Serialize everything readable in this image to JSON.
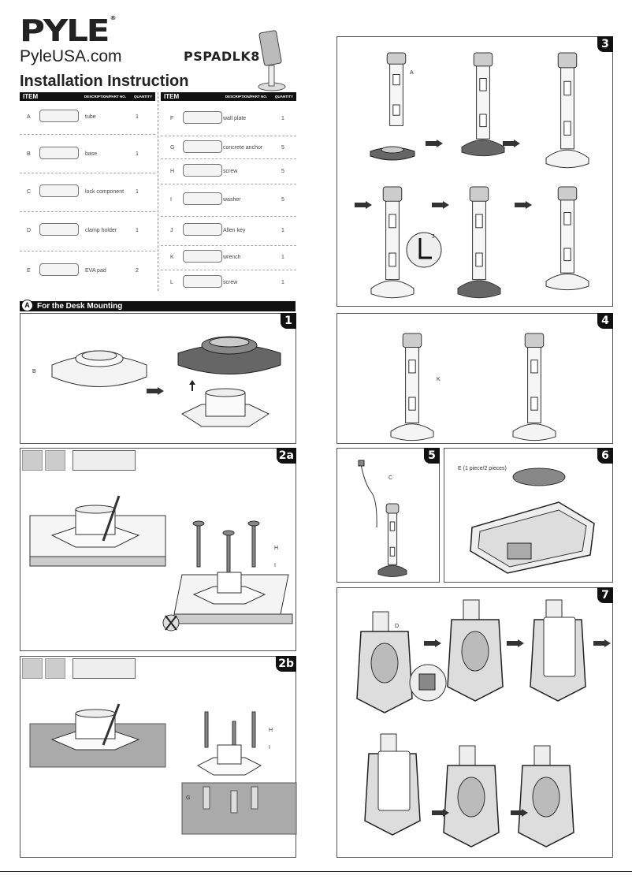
{
  "brand": {
    "logo": "PYLE",
    "registered": "®",
    "website": "PyleUSA.com"
  },
  "model": "PSPADLK8",
  "title": "Installation Instruction",
  "parts_table": {
    "headers": {
      "item": "ITEM",
      "description": "DESCRIPTION/PART NO.",
      "quantity": "QUANTITY"
    },
    "left": [
      {
        "item": "A",
        "description": "tube",
        "quantity": "1"
      },
      {
        "item": "B",
        "description": "base",
        "quantity": "1"
      },
      {
        "item": "C",
        "description": "lock component",
        "quantity": "1"
      },
      {
        "item": "D",
        "description": "clamp holder",
        "quantity": "1"
      },
      {
        "item": "E",
        "description": "EVA pad",
        "quantity": "2"
      }
    ],
    "right": [
      {
        "item": "F",
        "description": "wall plate",
        "quantity": "1"
      },
      {
        "item": "G",
        "description": "concrete anchor",
        "quantity": "5"
      },
      {
        "item": "H",
        "description": "screw",
        "quantity": "5"
      },
      {
        "item": "I",
        "description": "washer",
        "quantity": "5"
      },
      {
        "item": "J",
        "description": "Allen key",
        "quantity": "1"
      },
      {
        "item": "K",
        "description": "wrench",
        "quantity": "1"
      },
      {
        "item": "L",
        "description": "screw",
        "quantity": "1"
      }
    ]
  },
  "section": {
    "badge": "A",
    "title": "For the Desk Mounting"
  },
  "steps": {
    "s1": {
      "number": "1",
      "labels": {
        "b": "B"
      }
    },
    "s2a": {
      "number": "2a",
      "labels": {
        "h": "H",
        "i": "I"
      }
    },
    "s2b": {
      "number": "2b",
      "labels": {
        "h": "H",
        "i": "I",
        "g": "G"
      }
    },
    "s3": {
      "number": "3",
      "labels": {
        "a": "A",
        "j": "J"
      }
    },
    "s4": {
      "number": "4",
      "labels": {
        "k": "K"
      }
    },
    "s5": {
      "number": "5",
      "labels": {
        "c": "C"
      }
    },
    "s6": {
      "number": "6",
      "labels": {
        "e": "E (1 piece/2 pieces)"
      }
    },
    "s7": {
      "number": "7",
      "labels": {
        "d": "D"
      }
    }
  }
}
